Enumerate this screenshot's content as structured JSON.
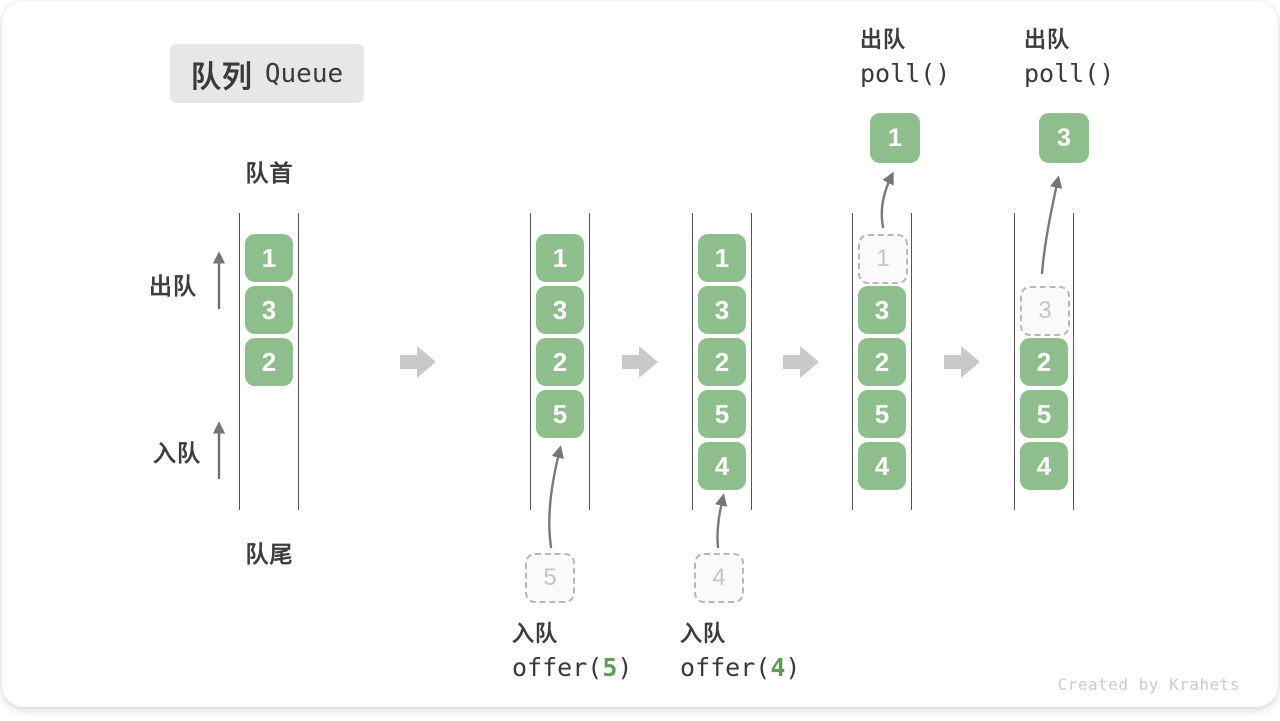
{
  "title": {
    "zh": "队列",
    "en": "Queue"
  },
  "labels": {
    "front": "队首",
    "rear": "队尾",
    "dequeue": "出队",
    "enqueue": "入队"
  },
  "operations": {
    "enqueue5": {
      "label": "入队",
      "fn": "offer(",
      "arg": "5",
      "close": ")"
    },
    "enqueue4": {
      "label": "入队",
      "fn": "offer(",
      "arg": "4",
      "close": ")"
    },
    "poll1": {
      "label": "出队",
      "fn": "poll()",
      "arg": "",
      "close": ""
    },
    "poll3": {
      "label": "出队",
      "fn": "poll()",
      "arg": "",
      "close": ""
    }
  },
  "queues": [
    {
      "cells": [
        {
          "slot": 0,
          "value": "1"
        },
        {
          "slot": 1,
          "value": "3"
        },
        {
          "slot": 2,
          "value": "2"
        }
      ]
    },
    {
      "cells": [
        {
          "slot": 0,
          "value": "1"
        },
        {
          "slot": 1,
          "value": "3"
        },
        {
          "slot": 2,
          "value": "2"
        },
        {
          "slot": 3,
          "value": "5"
        }
      ],
      "incoming": "5"
    },
    {
      "cells": [
        {
          "slot": 0,
          "value": "1"
        },
        {
          "slot": 1,
          "value": "3"
        },
        {
          "slot": 2,
          "value": "2"
        },
        {
          "slot": 3,
          "value": "5"
        },
        {
          "slot": 4,
          "value": "4"
        }
      ],
      "incoming": "4"
    },
    {
      "cells": [
        {
          "slot": 0,
          "value": "1",
          "ghost": true
        },
        {
          "slot": 1,
          "value": "3"
        },
        {
          "slot": 2,
          "value": "2"
        },
        {
          "slot": 3,
          "value": "5"
        },
        {
          "slot": 4,
          "value": "4"
        }
      ],
      "outgoing": "1"
    },
    {
      "cells": [
        {
          "slot": 1,
          "value": "3",
          "ghost": true
        },
        {
          "slot": 2,
          "value": "2"
        },
        {
          "slot": 3,
          "value": "5"
        },
        {
          "slot": 4,
          "value": "4"
        }
      ],
      "outgoing": "3"
    }
  ],
  "watermark": "Created by Krahets",
  "colors": {
    "cell_green": "#8DBE8B",
    "code_green": "#5C9E54",
    "thin_arrow_gray": "#757575",
    "block_arrow_gray": "#c9c9c9",
    "title_bg": "#e7e7e7",
    "text_dark": "#3d3d3d",
    "ghost_border": "#b8b8b8",
    "watermark_gray": "#cbcbcb"
  }
}
